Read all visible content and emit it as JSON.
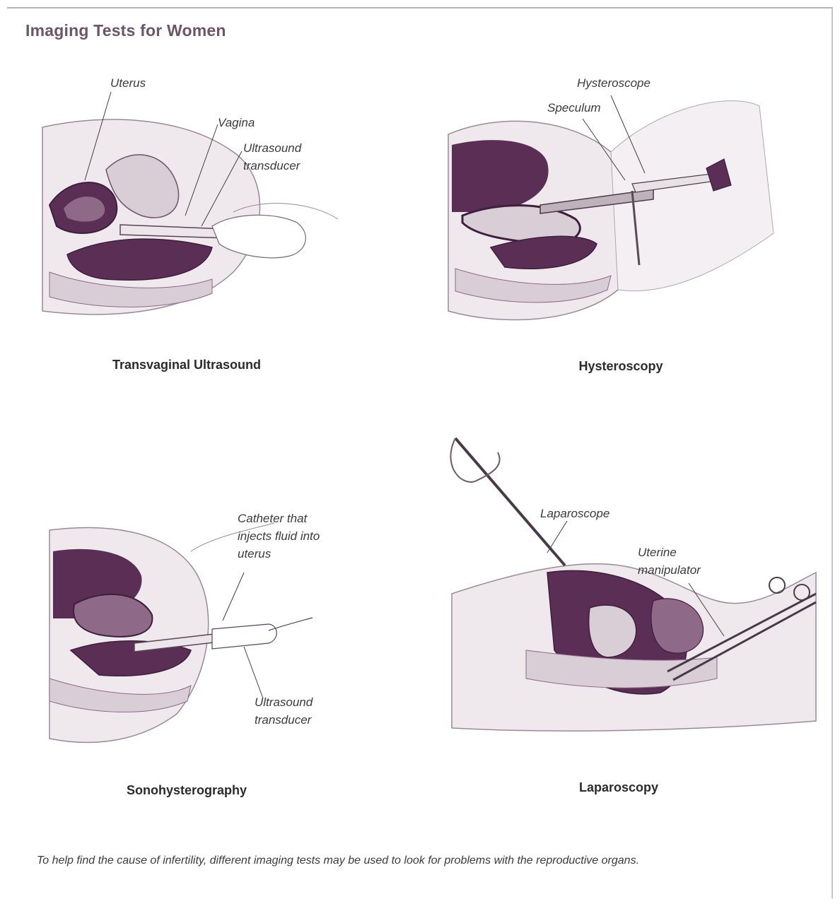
{
  "title": "Imaging Tests for Women",
  "panels": {
    "transvaginal": {
      "caption": "Transvaginal Ultrasound",
      "labels": {
        "uterus": "Uterus",
        "vagina": "Vagina",
        "transducer": "Ultrasound\ntransducer"
      }
    },
    "hysteroscopy": {
      "caption": "Hysteroscopy",
      "labels": {
        "hysteroscope": "Hysteroscope",
        "speculum": "Speculum"
      }
    },
    "sonohysterography": {
      "caption": "Sonohysterography",
      "labels": {
        "catheter": "Catheter that\ninjects fluid into\nuterus",
        "transducer": "Ultrasound\ntransducer"
      }
    },
    "laparoscopy": {
      "caption": "Laparoscopy",
      "labels": {
        "laparoscope": "Laparoscope",
        "manipulator": "Uterine\nmanipulator"
      }
    }
  },
  "footer": "To help find the cause of infertility, different imaging tests may be used to look for problems with the reproductive organs.",
  "colors": {
    "accent": "#6d5468",
    "deep": "#5b2f55",
    "mid": "#8e6a88",
    "light": "#d9cdd6",
    "pale": "#efe9ee"
  }
}
